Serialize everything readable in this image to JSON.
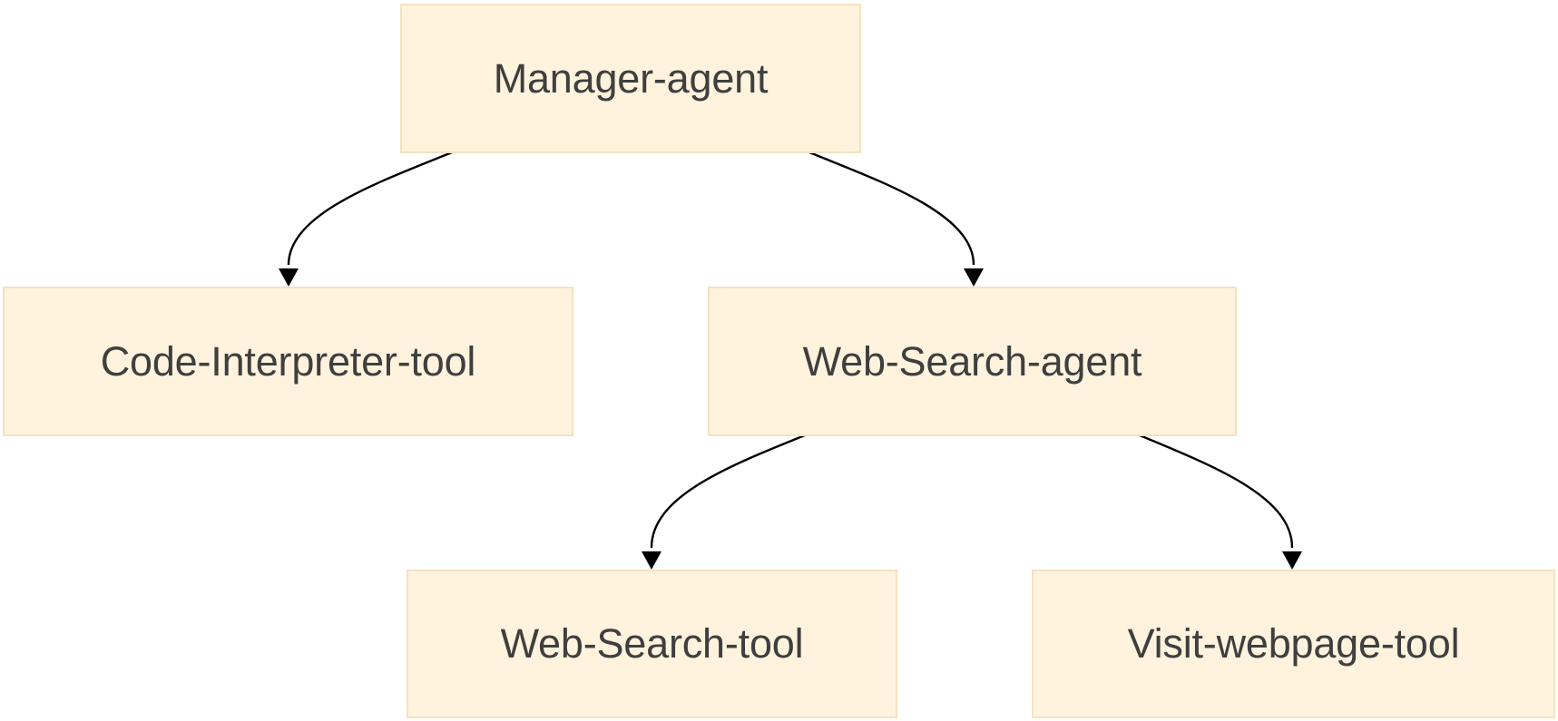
{
  "diagram": {
    "nodes": {
      "manager": {
        "label": "Manager-agent"
      },
      "code_interpreter": {
        "label": "Code-Interpreter-tool"
      },
      "web_search_agent": {
        "label": "Web-Search-agent"
      },
      "web_search_tool": {
        "label": "Web-Search-tool"
      },
      "visit_webpage_tool": {
        "label": "Visit-webpage-tool"
      }
    },
    "edges": [
      {
        "from": "manager",
        "to": "code_interpreter"
      },
      {
        "from": "manager",
        "to": "web_search_agent"
      },
      {
        "from": "web_search_agent",
        "to": "web_search_tool"
      },
      {
        "from": "web_search_agent",
        "to": "visit_webpage_tool"
      }
    ],
    "colors": {
      "node_fill": "#fff3de",
      "node_border": "#f5e2bf",
      "text": "#3f3f3f",
      "edge": "#000000"
    }
  }
}
